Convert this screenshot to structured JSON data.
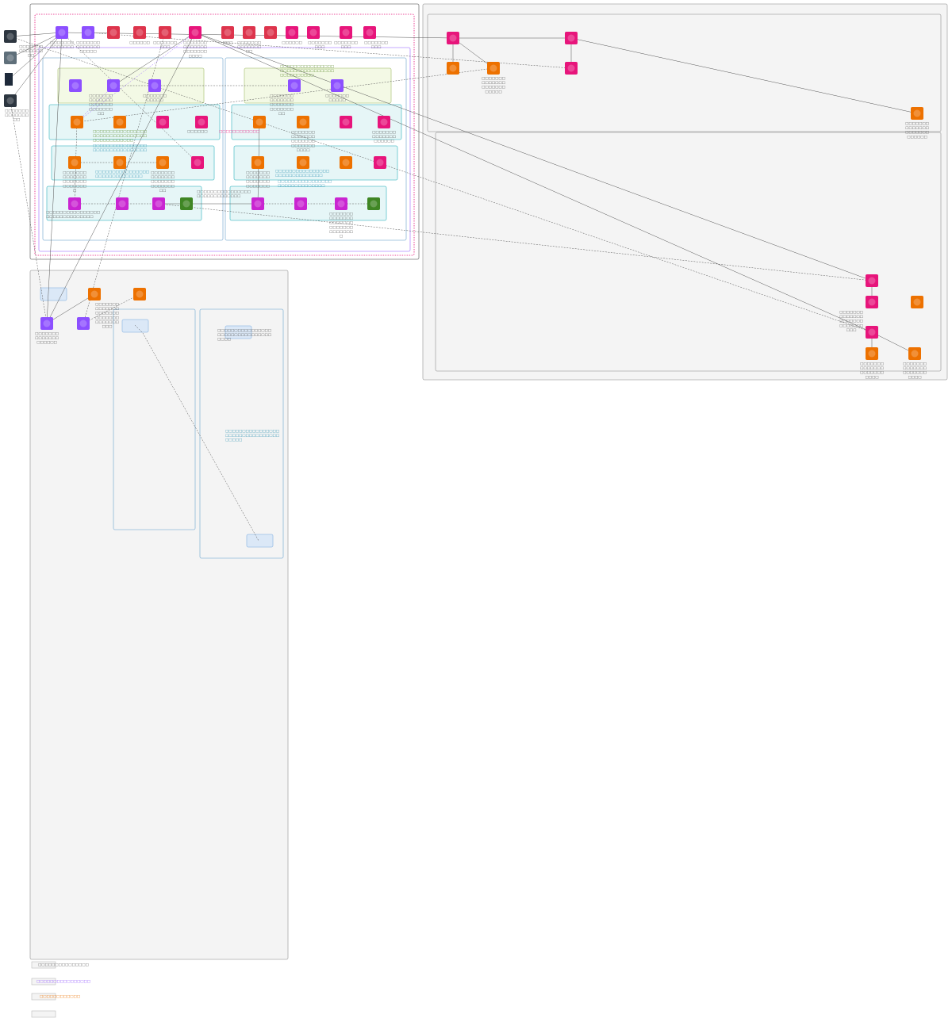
{
  "colors": {
    "dark": "#2d3640",
    "slate": "#5f6f7a",
    "navy": "#1e2a3a",
    "purple": "#8c4fff",
    "red": "#dd344c",
    "pink": "#e7157b",
    "orange": "#ed7100",
    "magenta": "#c925d1",
    "green": "#3f8624",
    "frame": "#7a7a7a",
    "vpc": "#8db8d8",
    "subnet_pub": "#e6f2c8",
    "subnet_priv": "#d9f1f3"
  },
  "nodes": [
    {
      "type": "dark",
      "label": "□□□□□□□□□□□□□□□□"
    },
    {
      "type": "slate",
      "label": ""
    },
    {
      "type": "navy",
      "label": ""
    },
    {
      "type": "dark",
      "label": "□□□□□□□□□□□□□□□□"
    },
    {
      "type": "purple",
      "label": "□□□□□□□□□□□□□□"
    },
    {
      "type": "purple",
      "label": "□□□□□□□□□□□□□□□□□□□"
    },
    {
      "type": "red",
      "label": ""
    },
    {
      "type": "red",
      "label": "□□□□□□"
    },
    {
      "type": "red",
      "label": "□□□□□□□□□□"
    },
    {
      "type": "pink",
      "label": "□□□□□□□□□□□□□□□□□□□□□□□□□"
    },
    {
      "type": "red",
      "label": "□□□"
    },
    {
      "type": "red",
      "label": "□□□□□□□□□□□□□□□□"
    },
    {
      "type": "red",
      "label": ""
    },
    {
      "type": "pink",
      "label": "□□□□□□"
    },
    {
      "type": "pink",
      "label": "□□□□□□□□□□"
    },
    {
      "type": "pink",
      "label": "□□□□□□□□□□"
    },
    {
      "type": "pink",
      "label": "□□□□□□□□□□"
    },
    {
      "type": "pink",
      "label": ""
    },
    {
      "type": "pink",
      "label": ""
    },
    {
      "type": "orange",
      "label": ""
    },
    {
      "type": "orange",
      "label": "□□□□□□□□□□□□□□□□□□□□□□□□□□"
    },
    {
      "type": "pink",
      "label": ""
    },
    {
      "type": "orange",
      "label": "□□□□□□□□□□□□□□□□□□□□□□□□□□□"
    },
    {
      "type": "pink",
      "label": ""
    },
    {
      "type": "pink",
      "label": "□□□□□□□□□□□□□□□□□□□□□□□□□□□□□□□"
    },
    {
      "type": "orange",
      "label": ""
    },
    {
      "type": "pink",
      "label": ""
    },
    {
      "type": "orange",
      "label": "□□□□□□□□□□□□□□□□□□□□□□□□□"
    },
    {
      "type": "orange",
      "label": "□□□□□□□□□□□□□□□□□□□□□□□□□"
    },
    {
      "type": "purple",
      "label": ""
    },
    {
      "type": "purple",
      "label": "□□□□□□□□□□□□□□□□□□□□□□□□□□□□□□"
    },
    {
      "type": "purple",
      "label": "□□□□□□□□□□□□"
    },
    {
      "type": "orange",
      "label": ""
    },
    {
      "type": "orange",
      "label": ""
    },
    {
      "type": "pink",
      "label": ""
    },
    {
      "type": "pink",
      "label": ""
    },
    {
      "type": "orange",
      "label": "□□□□□□□□□□□□□□□□□□□□□□□□□□□□□"
    },
    {
      "type": "orange",
      "label": ""
    },
    {
      "type": "orange",
      "label": "□□□□□□□□□□□□□□□□□□□□□□□□□□□□□□"
    },
    {
      "type": "pink",
      "label": ""
    },
    {
      "type": "magenta",
      "label": ""
    },
    {
      "type": "magenta",
      "label": ""
    },
    {
      "type": "magenta",
      "label": ""
    },
    {
      "type": "green",
      "label": ""
    },
    {
      "type": "purple",
      "label": "□□□□□□□□□□□□□□□□□□□□□□□□□□□□□□"
    },
    {
      "type": "purple",
      "label": "□□□□□□□□□□□□"
    },
    {
      "type": "orange",
      "label": ""
    },
    {
      "type": "orange",
      "label": "□□□□□□□□□□□□□□□□□□□□□□□□□□□□□□□□"
    },
    {
      "type": "pink",
      "label": ""
    },
    {
      "type": "pink",
      "label": "□□□□□□□□□□□□□□□□□□□□"
    },
    {
      "type": "orange",
      "label": "□□□□□□□□□□□□□□□□□□□□□□□□□□□□"
    },
    {
      "type": "orange",
      "label": ""
    },
    {
      "type": "orange",
      "label": ""
    },
    {
      "type": "pink",
      "label": ""
    },
    {
      "type": "magenta",
      "label": ""
    },
    {
      "type": "magenta",
      "label": ""
    },
    {
      "type": "magenta",
      "label": "□□□□□□□□□□□□□□□□□□□□□□□□□□□□□□□□□□□□"
    },
    {
      "type": "green",
      "label": ""
    },
    {
      "type": "orange",
      "label": "□□□□□□□□□□□□□□□□□□□□□□□□□□□□□□□□□□□□□□"
    },
    {
      "type": "orange",
      "label": ""
    },
    {
      "type": "purple",
      "label": "□□□□□□□□□□□□□□□□□□□□"
    },
    {
      "type": "purple",
      "label": ""
    }
  ],
  "group_labels": [
    "□□□□□□□□□□□□□□□□□□□□□□□□□□□□□□□□□□□□□□□□□□□□",
    "□□□□□□□□□□□□□□□□□□□□□□□□□□□□□□□□□□□□□□□□□□",
    "□□□□□□□□□□□□□□□□□□□□□□□□□□□□□□□□",
    "□□□□□□□□□□□□□□□□□□□□□□□□□□□□□□",
    "□□□□□□□□□□□□□□□□□□□□□□□□□□□□□□",
    "□□□□□□□□□□□□□□□□□□□□□□□□□□□□□□",
    "□□□□□□□□□□□□□□□□□□□□□□□□□□□□□□",
    "□□□□□□□□□□□□□□□□□□□□□□□□□□□□□",
    "□□□□□□□□□□□□□□□□□□□□□□□□□□□□□□□□□□□□□",
    "□□□□□□□□□□□□□□□□□□□□□□□□□□□□□□□□□□□□",
    "□□□□□□□□□□□□",
    "□□□□□□"
  ],
  "legend": [
    {
      "label": "□□□□□□□□□□□□□□□",
      "color": "#555555"
    },
    {
      "label": "□□□□□□□□□□□□□□□□",
      "color": "#8c4fff"
    },
    {
      "label": "□□□□□□□□□□□□",
      "color": "#ed7100"
    },
    {
      "label": "",
      "color": "#555555"
    }
  ]
}
